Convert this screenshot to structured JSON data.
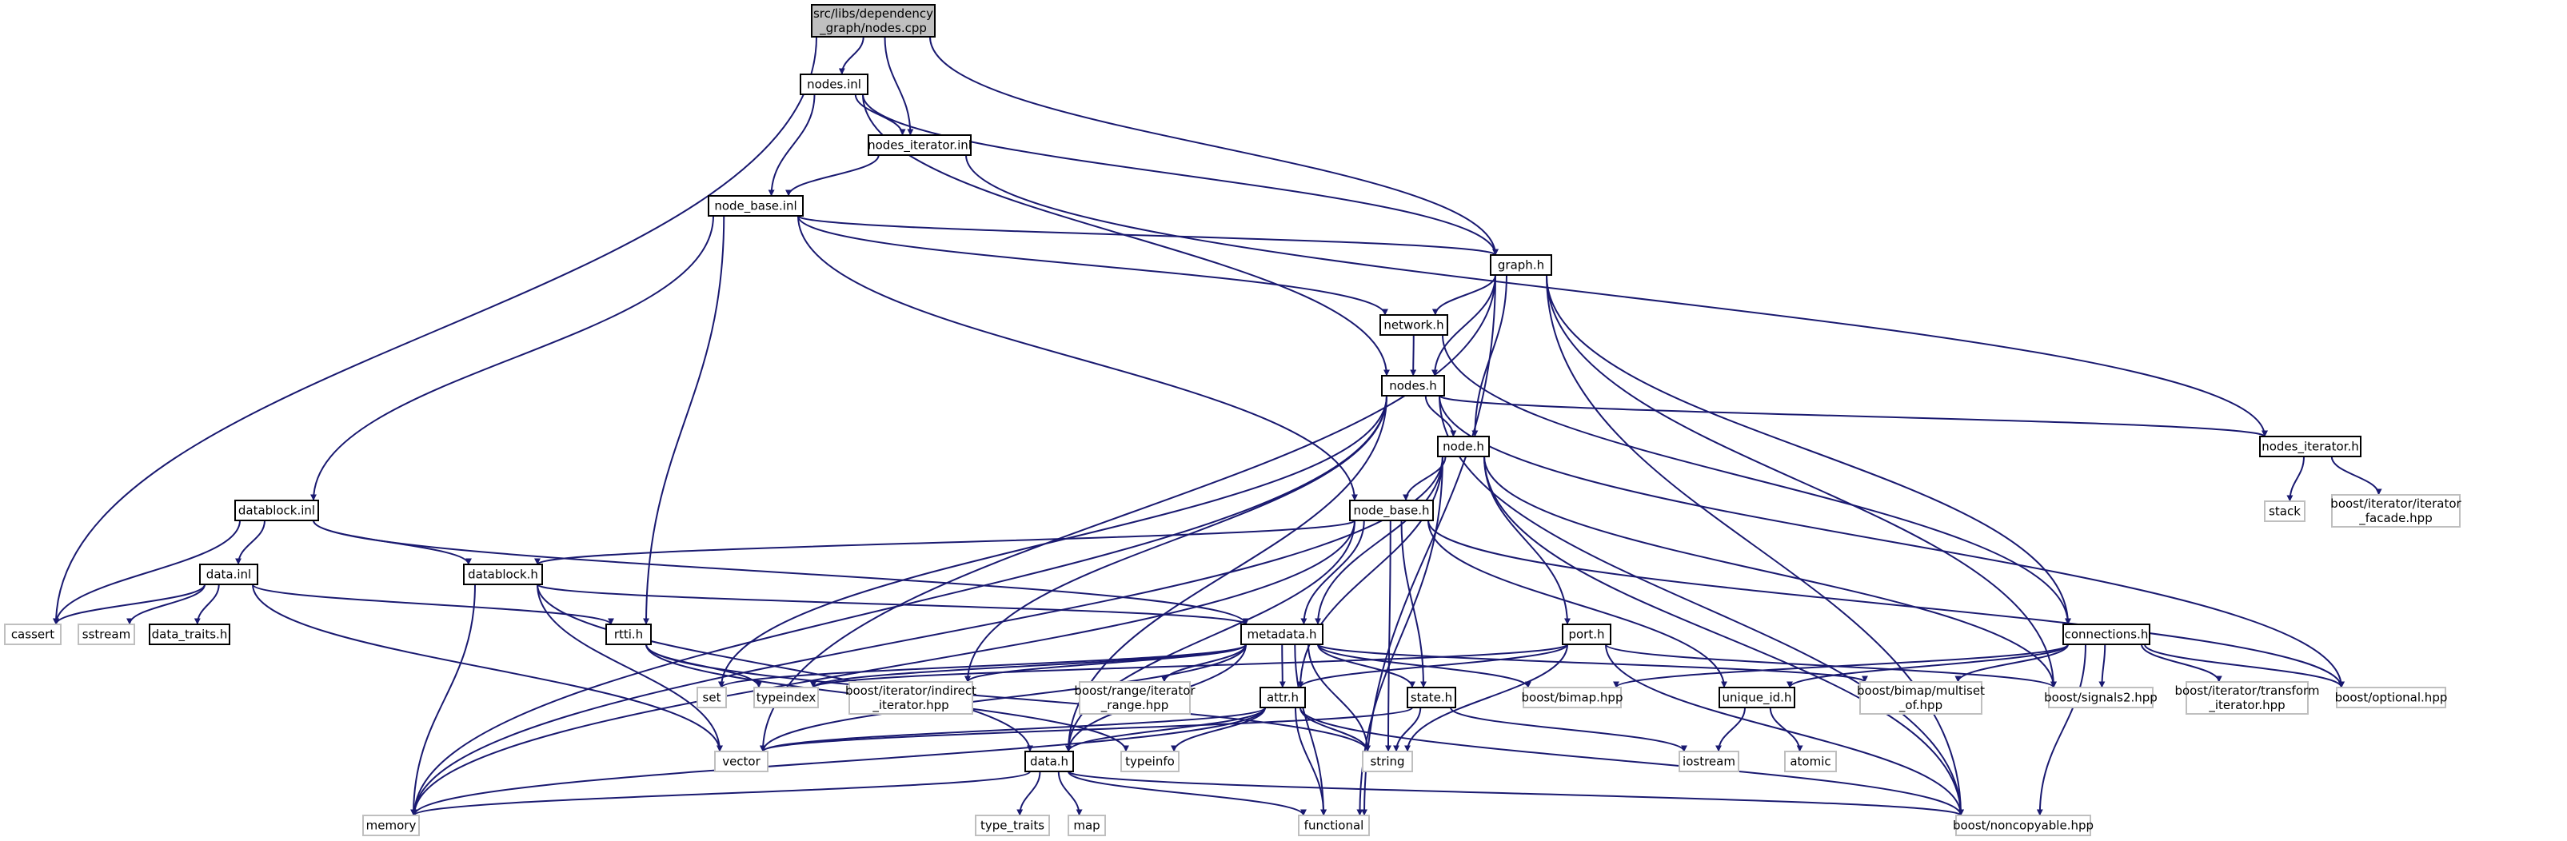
{
  "colors": {
    "edge": "#191970",
    "node_border": "#000000",
    "system_border": "#bfbfbf",
    "root_fill": "#bfbfbf",
    "fill": "#ffffff",
    "text": "#000000"
  },
  "nodes": [
    {
      "id": "root",
      "lines": [
        "src/libs/dependency",
        "_graph/nodes.cpp"
      ],
      "kind": "root"
    },
    {
      "id": "nodes_inl",
      "lines": [
        "nodes.inl"
      ],
      "kind": "local"
    },
    {
      "id": "nodes_iterator_inl",
      "lines": [
        "nodes_iterator.inl"
      ],
      "kind": "local"
    },
    {
      "id": "node_base_inl",
      "lines": [
        "node_base.inl"
      ],
      "kind": "local"
    },
    {
      "id": "graph_h",
      "lines": [
        "graph.h"
      ],
      "kind": "local"
    },
    {
      "id": "network_h",
      "lines": [
        "network.h"
      ],
      "kind": "local"
    },
    {
      "id": "nodes_h",
      "lines": [
        "nodes.h"
      ],
      "kind": "local"
    },
    {
      "id": "node_h",
      "lines": [
        "node.h"
      ],
      "kind": "local"
    },
    {
      "id": "nodes_iterator_h",
      "lines": [
        "nodes_iterator.h"
      ],
      "kind": "local"
    },
    {
      "id": "stack",
      "lines": [
        "stack"
      ],
      "kind": "system"
    },
    {
      "id": "iter_facade",
      "lines": [
        "boost/iterator/iterator",
        "_facade.hpp"
      ],
      "kind": "system"
    },
    {
      "id": "datablock_inl",
      "lines": [
        "datablock.inl"
      ],
      "kind": "local"
    },
    {
      "id": "node_base_h",
      "lines": [
        "node_base.h"
      ],
      "kind": "local"
    },
    {
      "id": "data_inl",
      "lines": [
        "data.inl"
      ],
      "kind": "local"
    },
    {
      "id": "datablock_h",
      "lines": [
        "datablock.h"
      ],
      "kind": "local"
    },
    {
      "id": "cassert",
      "lines": [
        "cassert"
      ],
      "kind": "system"
    },
    {
      "id": "sstream",
      "lines": [
        "sstream"
      ],
      "kind": "system"
    },
    {
      "id": "data_traits_h",
      "lines": [
        "data_traits.h"
      ],
      "kind": "local"
    },
    {
      "id": "rtti_h",
      "lines": [
        "rtti.h"
      ],
      "kind": "local"
    },
    {
      "id": "metadata_h",
      "lines": [
        "metadata.h"
      ],
      "kind": "local"
    },
    {
      "id": "port_h",
      "lines": [
        "port.h"
      ],
      "kind": "local"
    },
    {
      "id": "connections_h",
      "lines": [
        "connections.h"
      ],
      "kind": "local"
    },
    {
      "id": "set",
      "lines": [
        "set"
      ],
      "kind": "system"
    },
    {
      "id": "typeindex",
      "lines": [
        "typeindex"
      ],
      "kind": "system"
    },
    {
      "id": "indirect_iter",
      "lines": [
        "boost/iterator/indirect",
        "_iterator.hpp"
      ],
      "kind": "system"
    },
    {
      "id": "iter_range",
      "lines": [
        "boost/range/iterator",
        "_range.hpp"
      ],
      "kind": "system"
    },
    {
      "id": "attr_h",
      "lines": [
        "attr.h"
      ],
      "kind": "local"
    },
    {
      "id": "state_h",
      "lines": [
        "state.h"
      ],
      "kind": "local"
    },
    {
      "id": "bimap",
      "lines": [
        "boost/bimap.hpp"
      ],
      "kind": "system"
    },
    {
      "id": "unique_id_h",
      "lines": [
        "unique_id.h"
      ],
      "kind": "local"
    },
    {
      "id": "multiset_of",
      "lines": [
        "boost/bimap/multiset",
        "_of.hpp"
      ],
      "kind": "system"
    },
    {
      "id": "signals2",
      "lines": [
        "boost/signals2.hpp"
      ],
      "kind": "system"
    },
    {
      "id": "transform_iter",
      "lines": [
        "boost/iterator/transform",
        "_iterator.hpp"
      ],
      "kind": "system"
    },
    {
      "id": "optional",
      "lines": [
        "boost/optional.hpp"
      ],
      "kind": "system"
    },
    {
      "id": "vector",
      "lines": [
        "vector"
      ],
      "kind": "system"
    },
    {
      "id": "typeinfo",
      "lines": [
        "typeinfo"
      ],
      "kind": "system"
    },
    {
      "id": "string",
      "lines": [
        "string"
      ],
      "kind": "system"
    },
    {
      "id": "iostream",
      "lines": [
        "iostream"
      ],
      "kind": "system"
    },
    {
      "id": "atomic",
      "lines": [
        "atomic"
      ],
      "kind": "system"
    },
    {
      "id": "data_h",
      "lines": [
        "data.h"
      ],
      "kind": "local"
    },
    {
      "id": "memory",
      "lines": [
        "memory"
      ],
      "kind": "system"
    },
    {
      "id": "type_traits",
      "lines": [
        "type_traits"
      ],
      "kind": "system"
    },
    {
      "id": "map",
      "lines": [
        "map"
      ],
      "kind": "system"
    },
    {
      "id": "functional",
      "lines": [
        "functional"
      ],
      "kind": "system"
    },
    {
      "id": "noncopyable",
      "lines": [
        "boost/noncopyable.hpp"
      ],
      "kind": "system"
    }
  ],
  "edges": [
    [
      "root",
      "nodes_inl"
    ],
    [
      "root",
      "nodes_iterator_inl"
    ],
    [
      "root",
      "graph_h"
    ],
    [
      "root",
      "cassert"
    ],
    [
      "nodes_inl",
      "nodes_iterator_inl"
    ],
    [
      "nodes_inl",
      "node_base_inl"
    ],
    [
      "nodes_inl",
      "graph_h"
    ],
    [
      "nodes_inl",
      "nodes_h"
    ],
    [
      "nodes_iterator_inl",
      "node_base_inl"
    ],
    [
      "nodes_iterator_inl",
      "nodes_iterator_h"
    ],
    [
      "node_base_inl",
      "graph_h"
    ],
    [
      "node_base_inl",
      "network_h"
    ],
    [
      "node_base_inl",
      "datablock_inl"
    ],
    [
      "node_base_inl",
      "rtti_h"
    ],
    [
      "node_base_inl",
      "node_base_h"
    ],
    [
      "graph_h",
      "network_h"
    ],
    [
      "graph_h",
      "nodes_h"
    ],
    [
      "graph_h",
      "node_h"
    ],
    [
      "graph_h",
      "connections_h"
    ],
    [
      "graph_h",
      "signals2"
    ],
    [
      "graph_h",
      "noncopyable"
    ],
    [
      "graph_h",
      "functional"
    ],
    [
      "graph_h",
      "vector"
    ],
    [
      "network_h",
      "nodes_h"
    ],
    [
      "network_h",
      "connections_h"
    ],
    [
      "nodes_h",
      "node_h"
    ],
    [
      "nodes_h",
      "nodes_iterator_h"
    ],
    [
      "nodes_h",
      "memory"
    ],
    [
      "nodes_h",
      "set"
    ],
    [
      "nodes_h",
      "indirect_iter"
    ],
    [
      "nodes_h",
      "noncopyable"
    ],
    [
      "nodes_h",
      "optional"
    ],
    [
      "nodes_h",
      "data_h"
    ],
    [
      "nodes_iterator_h",
      "stack"
    ],
    [
      "nodes_iterator_h",
      "iter_facade"
    ],
    [
      "node_h",
      "node_base_h"
    ],
    [
      "node_h",
      "metadata_h"
    ],
    [
      "node_h",
      "port_h"
    ],
    [
      "node_h",
      "attr_h"
    ],
    [
      "node_h",
      "memory"
    ],
    [
      "node_h",
      "signals2"
    ],
    [
      "node_h",
      "functional"
    ],
    [
      "node_h",
      "noncopyable"
    ],
    [
      "node_base_h",
      "datablock_h"
    ],
    [
      "node_base_h",
      "metadata_h"
    ],
    [
      "node_base_h",
      "state_h"
    ],
    [
      "node_base_h",
      "string"
    ],
    [
      "node_base_h",
      "memory"
    ],
    [
      "node_base_h",
      "unique_id_h"
    ],
    [
      "node_base_h",
      "optional"
    ],
    [
      "node_base_h",
      "data_h"
    ],
    [
      "datablock_inl",
      "data_inl"
    ],
    [
      "datablock_inl",
      "datablock_h"
    ],
    [
      "datablock_inl",
      "metadata_h"
    ],
    [
      "datablock_inl",
      "cassert"
    ],
    [
      "data_inl",
      "cassert"
    ],
    [
      "data_inl",
      "sstream"
    ],
    [
      "data_inl",
      "data_traits_h"
    ],
    [
      "data_inl",
      "rtti_h"
    ],
    [
      "data_inl",
      "vector"
    ],
    [
      "datablock_h",
      "metadata_h"
    ],
    [
      "datablock_h",
      "memory"
    ],
    [
      "datablock_h",
      "vector"
    ],
    [
      "datablock_h",
      "data_h"
    ],
    [
      "rtti_h",
      "typeindex"
    ],
    [
      "rtti_h",
      "string"
    ],
    [
      "rtti_h",
      "typeinfo"
    ],
    [
      "metadata_h",
      "set"
    ],
    [
      "metadata_h",
      "typeindex"
    ],
    [
      "metadata_h",
      "indirect_iter"
    ],
    [
      "metadata_h",
      "iter_range"
    ],
    [
      "metadata_h",
      "attr_h"
    ],
    [
      "metadata_h",
      "state_h"
    ],
    [
      "metadata_h",
      "bimap"
    ],
    [
      "metadata_h",
      "multiset_of"
    ],
    [
      "metadata_h",
      "string"
    ],
    [
      "metadata_h",
      "vector"
    ],
    [
      "metadata_h",
      "functional"
    ],
    [
      "metadata_h",
      "data_h"
    ],
    [
      "port_h",
      "attr_h"
    ],
    [
      "port_h",
      "string"
    ],
    [
      "port_h",
      "signals2"
    ],
    [
      "port_h",
      "noncopyable"
    ],
    [
      "port_h",
      "typeindex"
    ],
    [
      "connections_h",
      "bimap"
    ],
    [
      "connections_h",
      "multiset_of"
    ],
    [
      "connections_h",
      "signals2"
    ],
    [
      "connections_h",
      "transform_iter"
    ],
    [
      "connections_h",
      "optional"
    ],
    [
      "connections_h",
      "unique_id_h"
    ],
    [
      "connections_h",
      "noncopyable"
    ],
    [
      "attr_h",
      "data_h"
    ],
    [
      "attr_h",
      "string"
    ],
    [
      "attr_h",
      "typeinfo"
    ],
    [
      "attr_h",
      "functional"
    ],
    [
      "attr_h",
      "memory"
    ],
    [
      "attr_h",
      "vector"
    ],
    [
      "attr_h",
      "noncopyable"
    ],
    [
      "state_h",
      "string"
    ],
    [
      "state_h",
      "iostream"
    ],
    [
      "state_h",
      "vector"
    ],
    [
      "unique_id_h",
      "iostream"
    ],
    [
      "unique_id_h",
      "atomic"
    ],
    [
      "data_h",
      "memory"
    ],
    [
      "data_h",
      "type_traits"
    ],
    [
      "data_h",
      "map"
    ],
    [
      "data_h",
      "functional"
    ],
    [
      "data_h",
      "noncopyable"
    ]
  ]
}
